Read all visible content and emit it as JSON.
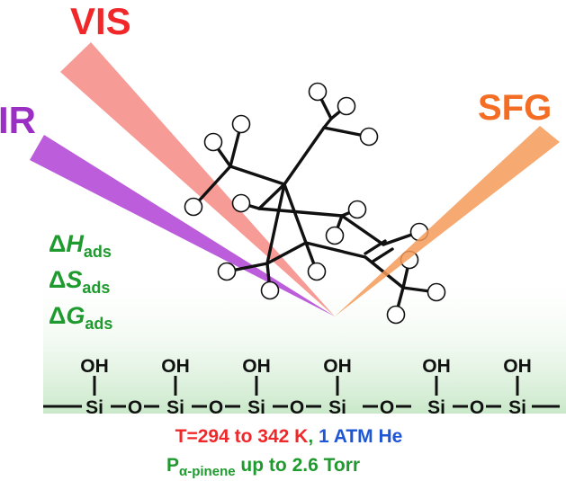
{
  "beams": {
    "vis": {
      "label": "VIS",
      "color": "#f0282a",
      "beam_color": "#f5938c"
    },
    "ir": {
      "label": "IR",
      "color": "#9b2fc4",
      "beam_color": "#b64fd8"
    },
    "sfg": {
      "label": "SFG",
      "color": "#f36d24",
      "beam_color": "#f59a58"
    }
  },
  "thermo": {
    "color": "#1f9a2e",
    "rows": [
      {
        "delta": "Δ",
        "symbol": "H",
        "sub": "ads"
      },
      {
        "delta": "Δ",
        "symbol": "S",
        "sub": "ads"
      },
      {
        "delta": "Δ",
        "symbol": "G",
        "sub": "ads"
      }
    ]
  },
  "surface": {
    "oh_label": "OH",
    "si_label": "Si",
    "o_label": "O",
    "gradient_color": "#c9e8c9"
  },
  "conditions": {
    "temp": {
      "text": "T=294 to 342 K",
      "color": "#f0282a"
    },
    "comma": {
      "text": ",",
      "color": "#1f9a2e"
    },
    "gas": {
      "text": "1 ATM He",
      "color": "#1e56d6"
    },
    "pressure": {
      "p": "P",
      "sub": "α-pinene",
      "rest": "up to 2.6 Torr",
      "color": "#1f9a2e"
    }
  }
}
